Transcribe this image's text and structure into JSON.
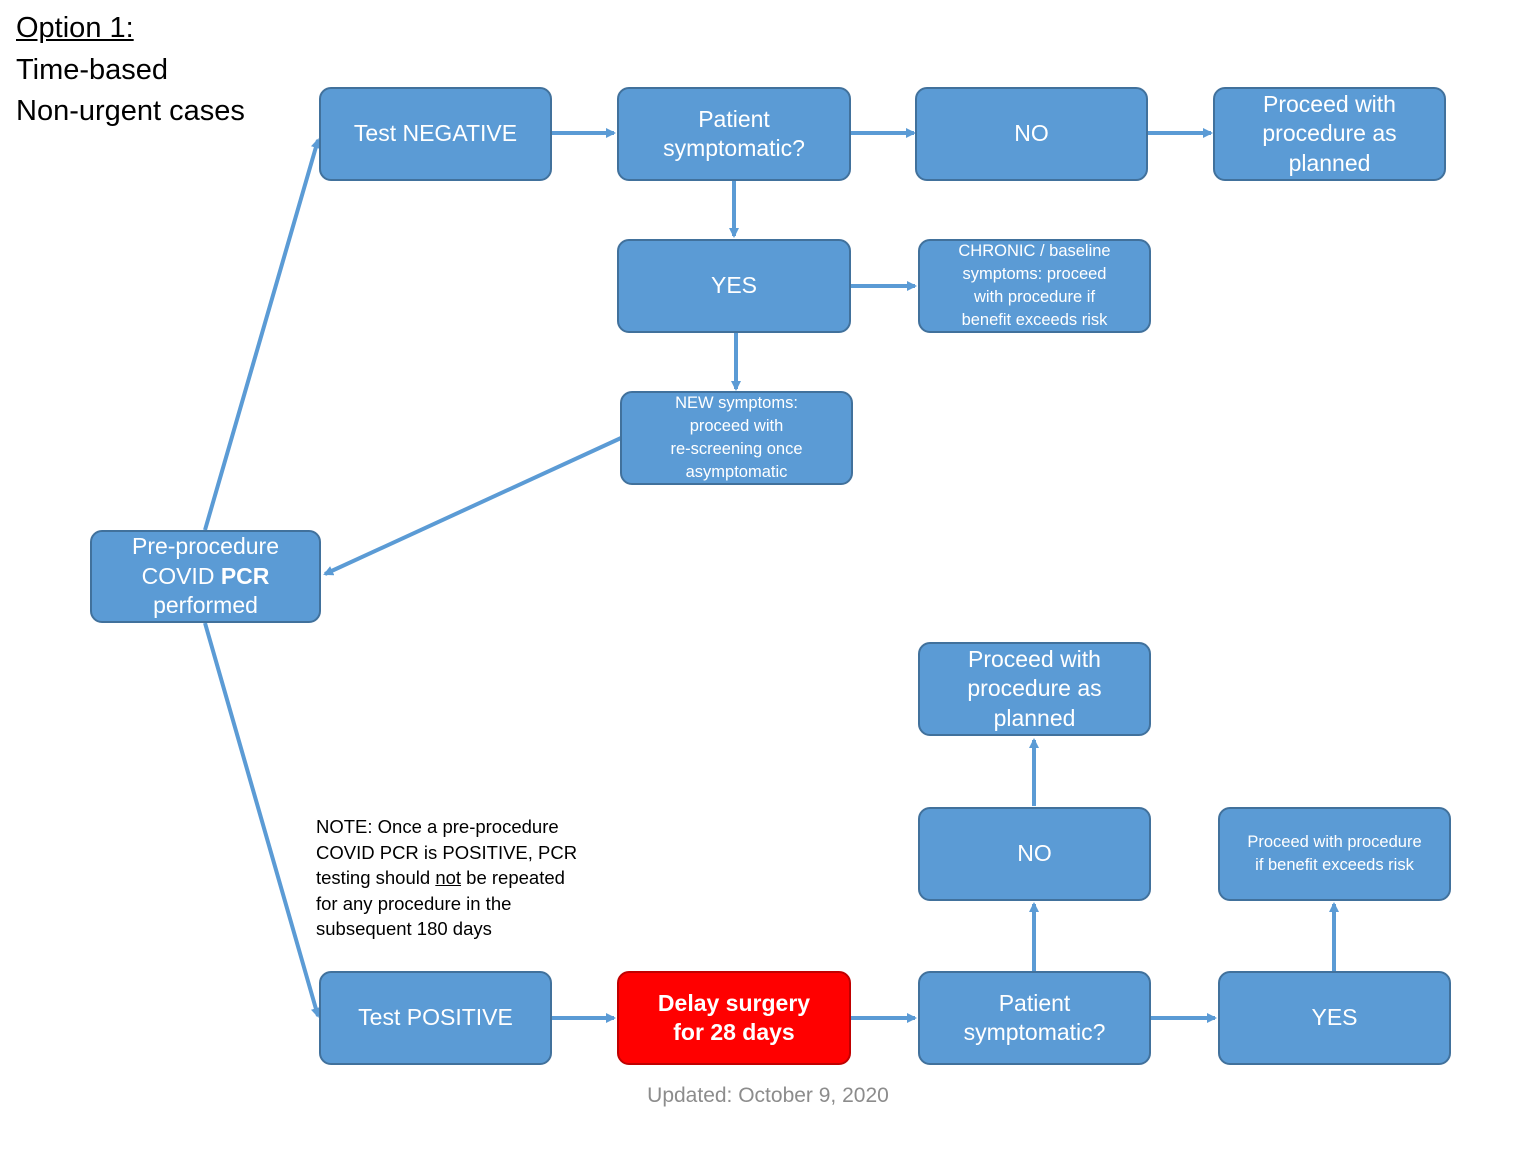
{
  "header": {
    "option": "Option 1:",
    "line2": "Time-based",
    "line3": "Non-urgent cases"
  },
  "nodes": {
    "pcr_line1": "Pre-procedure",
    "pcr_line2a": "COVID ",
    "pcr_line2b": "PCR",
    "pcr_line3": "performed",
    "test_negative": "Test NEGATIVE",
    "neg_symptomatic_1": "Patient",
    "neg_symptomatic_2": "symptomatic?",
    "neg_no": "NO",
    "neg_proceed_1": "Proceed with",
    "neg_proceed_2": "procedure as",
    "neg_proceed_3": "planned",
    "neg_yes": "YES",
    "chronic_1": "CHRONIC / baseline",
    "chronic_2": "symptoms: proceed",
    "chronic_3": "with procedure if",
    "chronic_4": "benefit exceeds risk",
    "new_1": "NEW symptoms:",
    "new_2": "proceed with",
    "new_3": "re-screening once",
    "new_4": "asymptomatic",
    "test_positive": "Test POSITIVE",
    "delay_1": "Delay surgery",
    "delay_2": "for 28 days",
    "pos_symptomatic_1": "Patient",
    "pos_symptomatic_2": "symptomatic?",
    "pos_no": "NO",
    "pos_proceed_1": "Proceed with",
    "pos_proceed_2": "procedure as",
    "pos_proceed_3": "planned",
    "pos_yes": "YES",
    "pos_risk_1": "Proceed with procedure",
    "pos_risk_2": "if benefit exceeds risk"
  },
  "note": {
    "l1": "NOTE: Once a pre-procedure",
    "l2": "COVID PCR is POSITIVE, PCR",
    "l3a": "testing should ",
    "l3b": "not",
    "l3c": " be repeated",
    "l4": "for any procedure in the",
    "l5": "subsequent 180 days"
  },
  "footer": {
    "updated": "Updated: October 9, 2020"
  },
  "colors": {
    "box_fill": "#5b9bd5",
    "box_border": "#41719c",
    "alert_fill": "#ff0000",
    "text_on_box": "#ffffff"
  }
}
